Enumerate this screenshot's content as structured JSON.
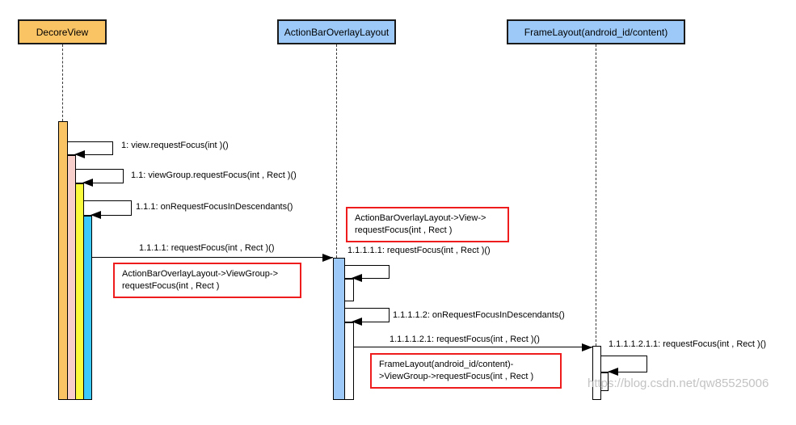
{
  "diagram": {
    "type": "uml-sequence",
    "lifelines": [
      {
        "label": "DecoreView",
        "fill": "#FAC364"
      },
      {
        "label": "ActionBarOverlayLayout",
        "fill": "#9CC9F7"
      },
      {
        "label": "FrameLayout(android_id/content)",
        "fill": "#9CC9F7"
      }
    ],
    "messages": [
      {
        "id": "1",
        "kind": "self",
        "from": "DecoreView",
        "label": "1: view.requestFocus(int )()"
      },
      {
        "id": "1.1",
        "kind": "self",
        "from": "DecoreView",
        "label": "1.1: viewGroup.requestFocus(int , Rect )()"
      },
      {
        "id": "1.1.1",
        "kind": "self",
        "from": "DecoreView",
        "label": "1.1.1: onRequestFocusInDescendants()"
      },
      {
        "id": "1.1.1.1",
        "kind": "call",
        "from": "DecoreView",
        "to": "ActionBarOverlayLayout",
        "label": "1.1.1.1: requestFocus(int , Rect )()"
      },
      {
        "id": "1.1.1.1.1",
        "kind": "self",
        "from": "ActionBarOverlayLayout",
        "label": "1.1.1.1.1: requestFocus(int , Rect )()"
      },
      {
        "id": "1.1.1.1.2",
        "kind": "self",
        "from": "ActionBarOverlayLayout",
        "label": "1.1.1.1.2: onRequestFocusInDescendants()"
      },
      {
        "id": "1.1.1.1.2.1",
        "kind": "call",
        "from": "ActionBarOverlayLayout",
        "to": "FrameLayout(android_id/content)",
        "label": "1.1.1.1.2.1: requestFocus(int , Rect )()"
      },
      {
        "id": "1.1.1.1.2.1.1",
        "kind": "self",
        "from": "FrameLayout(android_id/content)",
        "label": "1.1.1.1.2.1.1: requestFocus(int , Rect )()"
      }
    ],
    "annotations": [
      {
        "lines": [
          "ActionBarOverlayLayout->View->",
          "requestFocus(int , Rect )"
        ]
      },
      {
        "lines": [
          "ActionBarOverlayLayout->ViewGroup->",
          "requestFocus(int , Rect )"
        ]
      },
      {
        "lines": [
          "FrameLayout(android_id/content)-",
          ">ViewGroup->requestFocus(int , Rect )"
        ]
      }
    ],
    "watermark": "https://blog.csdn.net/qw85525006",
    "colors": {
      "activation_orange": "#FAC364",
      "activation_pink": "#F9CFCC",
      "activation_yellow": "#FBFB3D",
      "activation_cyan": "#3DC9F9",
      "activation_blue": "#9CC9F7",
      "header_orange": "#FAC364",
      "header_blue": "#9CC9F7",
      "annotation_border": "#EE1C1C",
      "watermark_gray": "#B9B9B9"
    }
  }
}
